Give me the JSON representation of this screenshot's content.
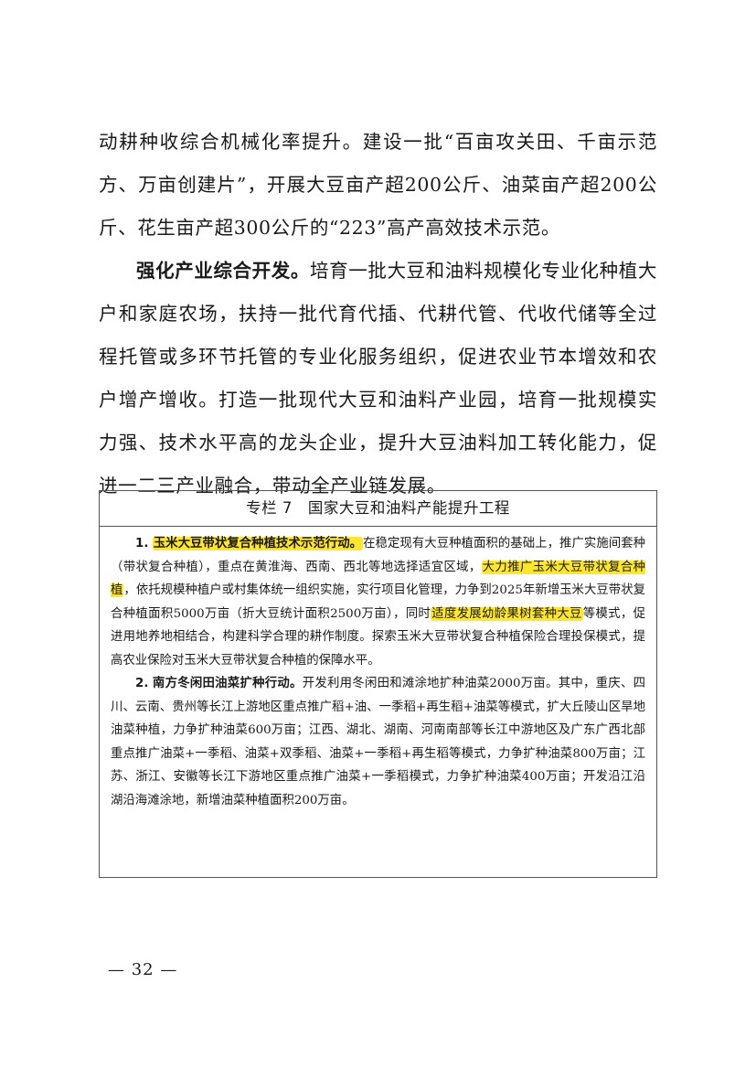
{
  "body": {
    "para1": "动耕种收综合机械化率提升。建设一批“百亩攻关田、千亩示范方、万亩创建片”，开展大豆亩产超200公斤、油菜亩产超200公斤、花生亩产超300公斤的“223”高产高效技术示范。",
    "para2_lead": "强化产业综合开发。",
    "para2_rest": "培育一批大豆和油料规模化专业化种植大户和家庭农场，扶持一批代育代插、代耕代管、代收代储等全过程托管或多环节托管的专业化服务组织，促进农业节本增效和农户增产增收。打造一批现代大豆和油料产业园，培育一批规模实力强、技术水平高的龙头企业，提升大豆油料加工转化能力，促进一二三产业融合，带动全产业链发展。"
  },
  "box": {
    "title": "专栏 7　国家大豆和油料产能提升工程",
    "item1": {
      "number": "1.",
      "head": "玉米大豆带状复合种植技术示范行动。",
      "text_a": "在稳定现有大豆种植面积的基础上，推广实施间套种（带状复合种植），重点在黄淮海、西南、西北等地选择适宜区域，",
      "highlight_b": "大力推广玉米大豆带状复合种植",
      "text_c": "，依托规模种植户或村集体统一组织实施，实行项目化管理，力争到2025年新增玉米大豆带状复合种植面积5000万亩（折大豆统计面积2500万亩），同时",
      "highlight_d": "适度发展幼龄果树套种大豆",
      "text_e": "等模式，促进用地养地相结合，构建科学合理的耕作制度。探索玉米大豆带状复合种植保险合理投保模式，提高农业保险对玉米大豆带状复合种植的保障水平。"
    },
    "item2": {
      "number": "2.",
      "head": "南方冬闲田油菜扩种行动。",
      "text": "开发利用冬闲田和滩涂地扩种油菜2000万亩。其中，重庆、四川、云南、贵州等长江上游地区重点推广稻+油、一季稻+再生稻+油菜等模式，扩大丘陵山区旱地油菜种植，力争扩种油菜600万亩；江西、湖北、湖南、河南南部等长江中游地区及广东广西北部重点推广油菜+一季稻、油菜+双季稻、油菜+一季稻+再生稻等模式，力争扩种油菜800万亩；江苏、浙江、安徽等长江下游地区重点推广油菜+一季稻模式，力争扩种油菜400万亩；开发沿江沿湖沿海滩涂地，新增油菜种植面积200万亩。"
    }
  },
  "footer": {
    "page_number": "— 32 —"
  },
  "colors": {
    "highlight": "#ffe62e",
    "border": "#555555"
  }
}
